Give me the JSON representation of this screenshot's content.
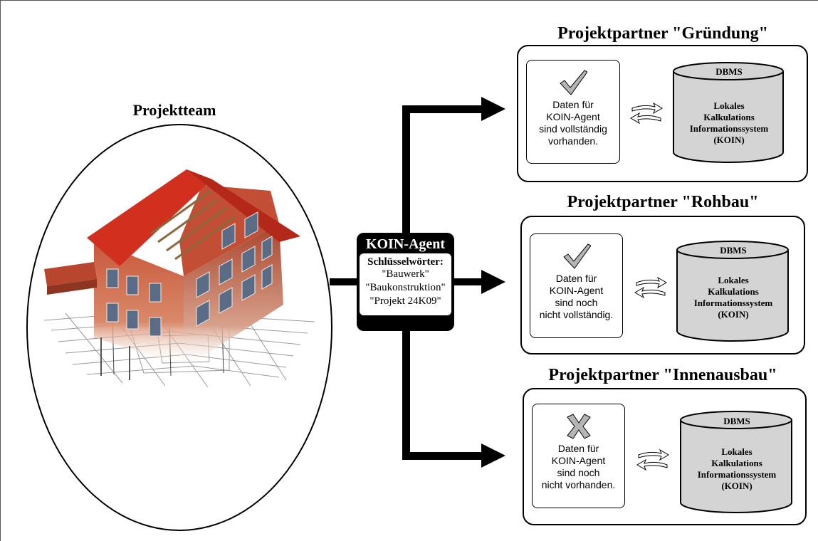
{
  "projektteam": {
    "title": "Projektteam"
  },
  "agent": {
    "title": "KOIN-Agent",
    "keywords_label": "Schlüsselwörter:",
    "keywords": [
      "\"Bauwerk\"",
      "\"Baukonstruktion\"",
      "\"Projekt 24K09\""
    ]
  },
  "partners": [
    {
      "title": "Projektpartner \"Gründung\"",
      "status_icon": "checkmark-icon",
      "status_lines": [
        "Daten für",
        "KOIN-Agent",
        "sind vollständig",
        "vorhanden."
      ],
      "db_header": "DBMS",
      "db_lines": [
        "Lokales",
        "Kalkulations",
        "Informationssystem",
        "(KOIN)"
      ]
    },
    {
      "title": "Projektpartner \"Rohbau\"",
      "status_icon": "checkmark-icon",
      "status_lines": [
        "Daten für",
        "KOIN-Agent",
        "sind noch",
        "nicht vollständig."
      ],
      "db_header": "DBMS",
      "db_lines": [
        "Lokales",
        "Kalkulations",
        "Informationssystem",
        "(KOIN)"
      ]
    },
    {
      "title": "Projektpartner \"Innenausbau\"",
      "status_icon": "cross-icon",
      "status_lines": [
        "Daten für",
        "KOIN-Agent",
        "sind noch",
        "nicht vorhanden."
      ],
      "db_header": "DBMS",
      "db_lines": [
        "Lokales",
        "Kalkulations",
        "Informationssystem",
        "(KOIN)"
      ]
    }
  ]
}
